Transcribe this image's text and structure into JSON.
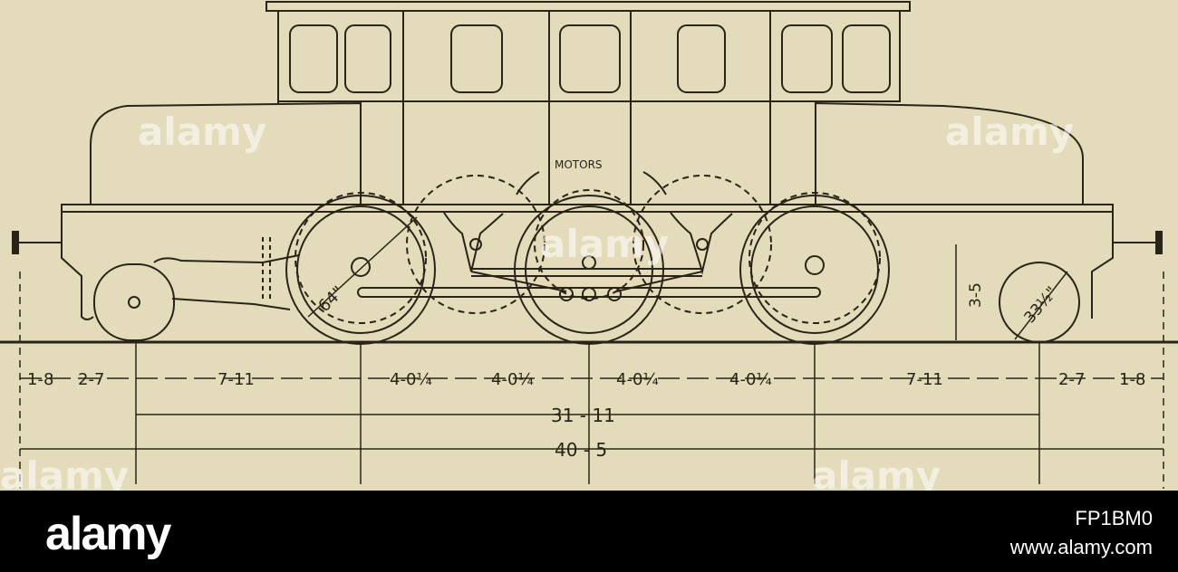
{
  "drawing": {
    "motors_label": "MOTORS",
    "wheel_diameter_driver": "64\"",
    "wheel_diameter_truck": "33½\"",
    "height_dim": "3-5",
    "spacing_dims": [
      "1-8",
      "2-7",
      "7-11",
      "4-0¼",
      "4-0¼",
      "4-0¼",
      "4-0¼",
      "7-11",
      "2-7",
      "1-8"
    ],
    "wheelbase_dim": "31 - 11",
    "overall_dim": "40 - 5",
    "colors": {
      "paper": "#e4dbba",
      "ink": "#2a2418"
    }
  },
  "watermark": {
    "text": "alamy"
  },
  "footer": {
    "logo": "alamy",
    "image_id": "FP1BM0",
    "site": "www.alamy.com"
  }
}
